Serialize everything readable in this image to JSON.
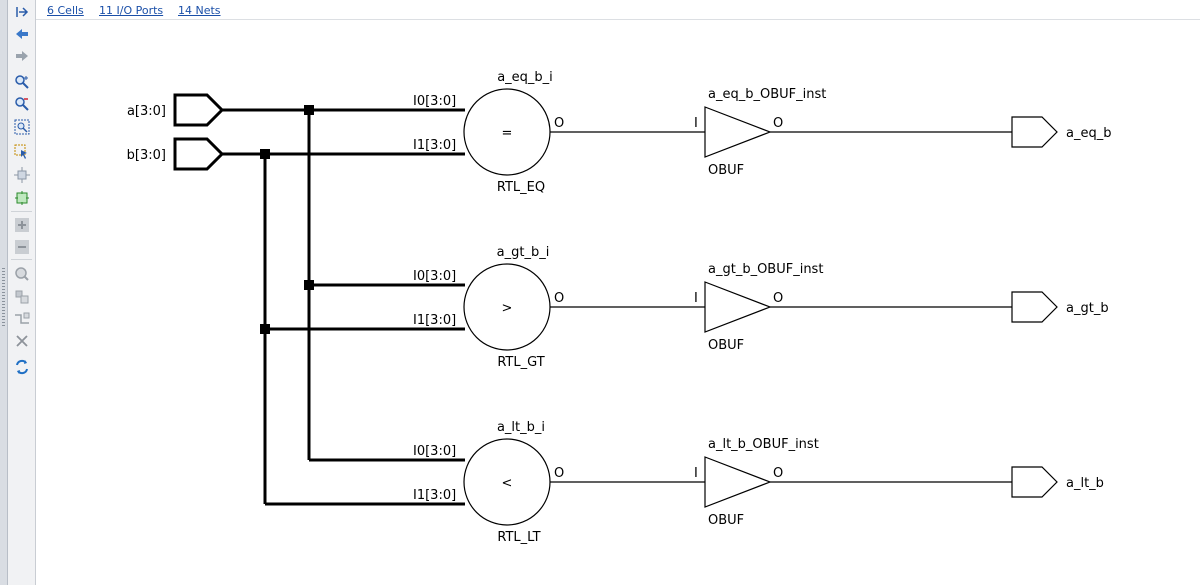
{
  "topbar": {
    "cells": "6 Cells",
    "io_ports": "11 I/O Ports",
    "nets": "14 Nets"
  },
  "toolbar": [
    {
      "name": "collapse-panel-icon",
      "interactable": true
    },
    {
      "name": "back-icon",
      "interactable": true
    },
    {
      "name": "forward-icon",
      "interactable": true
    },
    {
      "name": "zoom-in-icon",
      "interactable": true
    },
    {
      "name": "zoom-out-icon",
      "interactable": true
    },
    {
      "name": "zoom-fit-icon",
      "interactable": true
    },
    {
      "name": "select-area-icon",
      "interactable": true
    },
    {
      "name": "auto-fit-selection-icon",
      "interactable": true
    },
    {
      "name": "regenerate-icon",
      "interactable": true
    },
    {
      "name": "expand-icon",
      "interactable": false
    },
    {
      "name": "collapse-icon",
      "interactable": false
    },
    {
      "name": "search-disabled-icon",
      "interactable": false
    },
    {
      "name": "expand-cell-icon",
      "interactable": false
    },
    {
      "name": "route-net-icon",
      "interactable": false
    },
    {
      "name": "remove-icon",
      "interactable": false
    },
    {
      "name": "refresh-icon",
      "interactable": true
    }
  ],
  "schematic": {
    "inputs": [
      {
        "label": "a[3:0]"
      },
      {
        "label": "b[3:0]"
      }
    ],
    "comparators": [
      {
        "instance": "a_eq_b_i",
        "op": "=",
        "type": "RTL_EQ",
        "in0": "I0[3:0]",
        "in1": "I1[3:0]",
        "out": "O"
      },
      {
        "instance": "a_gt_b_i",
        "op": ">",
        "type": "RTL_GT",
        "in0": "I0[3:0]",
        "in1": "I1[3:0]",
        "out": "O"
      },
      {
        "instance": "a_lt_b_i",
        "op": "<",
        "type": "RTL_LT",
        "in0": "I0[3:0]",
        "in1": "I1[3:0]",
        "out": "O"
      }
    ],
    "buffers": [
      {
        "instance": "a_eq_b_OBUF_inst",
        "type": "OBUF",
        "in": "I",
        "out": "O"
      },
      {
        "instance": "a_gt_b_OBUF_inst",
        "type": "OBUF",
        "in": "I",
        "out": "O"
      },
      {
        "instance": "a_lt_b_OBUF_inst",
        "type": "OBUF",
        "in": "I",
        "out": "O"
      }
    ],
    "outputs": [
      {
        "label": "a_eq_b"
      },
      {
        "label": "a_gt_b"
      },
      {
        "label": "a_lt_b"
      }
    ]
  }
}
